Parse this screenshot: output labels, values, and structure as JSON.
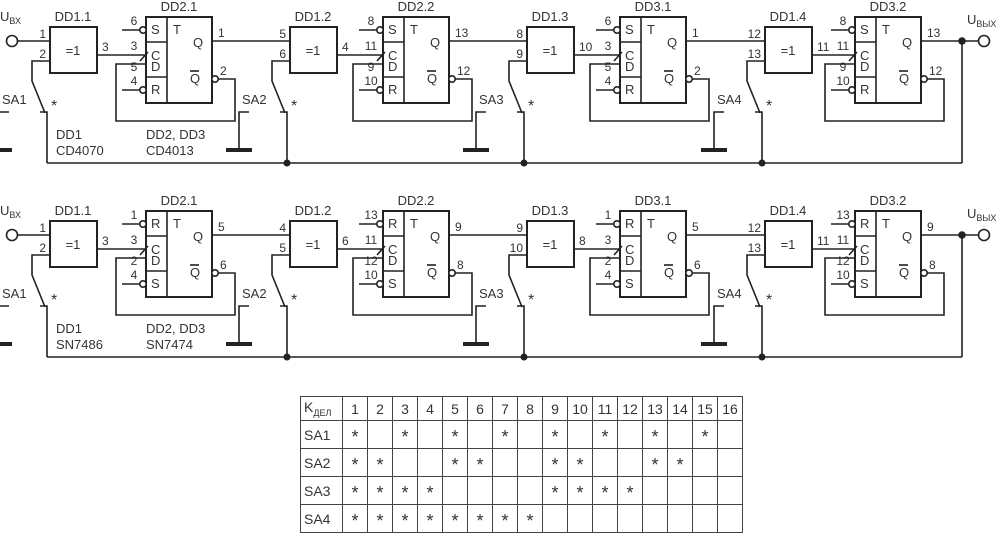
{
  "circuits": [
    {
      "id": "top",
      "input_label": "U",
      "input_sub": "ВХ",
      "output_label": "U",
      "output_sub": "ВЫХ",
      "note_xor": [
        "DD1",
        "CD4070"
      ],
      "note_ff": [
        "DD2, DD3",
        "CD4013"
      ],
      "stages": [
        {
          "xor": "DD1.1",
          "xor_symbol": "=1",
          "xin1": "1",
          "xin2": "2",
          "xout": "3",
          "ff": "DD2.1",
          "ff_t": "T",
          "top_in": "S",
          "top_pin": "6",
          "c_pin": "3",
          "d_pin": "5",
          "bot_in": "R",
          "bot_pin": "4",
          "q": "Q",
          "q_pin": "1",
          "nq": "Q",
          "nq_pin": "2",
          "switch": "SA1"
        },
        {
          "xor": "DD1.2",
          "xor_symbol": "=1",
          "xin1": "5",
          "xin2": "6",
          "xout": "4",
          "ff": "DD2.2",
          "ff_t": "T",
          "top_in": "S",
          "top_pin": "8",
          "c_pin": "11",
          "d_pin": "9",
          "bot_in": "R",
          "bot_pin": "10",
          "q": "Q",
          "q_pin": "13",
          "nq": "Q",
          "nq_pin": "12",
          "switch": "SA2"
        },
        {
          "xor": "DD1.3",
          "xor_symbol": "=1",
          "xin1": "8",
          "xin2": "9",
          "xout": "10",
          "ff": "DD3.1",
          "ff_t": "T",
          "top_in": "S",
          "top_pin": "6",
          "c_pin": "3",
          "d_pin": "5",
          "bot_in": "R",
          "bot_pin": "4",
          "q": "Q",
          "q_pin": "1",
          "nq": "Q",
          "nq_pin": "2",
          "switch": "SA3"
        },
        {
          "xor": "DD1.4",
          "xor_symbol": "=1",
          "xin1": "12",
          "xin2": "13",
          "xout": "11",
          "ff": "DD3.2",
          "ff_t": "T",
          "top_in": "S",
          "top_pin": "8",
          "c_pin": "11",
          "d_pin": "9",
          "bot_in": "R",
          "bot_pin": "10",
          "q": "Q",
          "q_pin": "13",
          "nq": "Q",
          "nq_pin": "12",
          "switch": "SA4"
        }
      ]
    },
    {
      "id": "bottom",
      "input_label": "U",
      "input_sub": "ВХ",
      "output_label": "U",
      "output_sub": "ВЫХ",
      "note_xor": [
        "DD1",
        "SN7486"
      ],
      "note_ff": [
        "DD2, DD3",
        "SN7474"
      ],
      "stages": [
        {
          "xor": "DD1.1",
          "xor_symbol": "=1",
          "xin1": "1",
          "xin2": "2",
          "xout": "3",
          "ff": "DD2.1",
          "ff_t": "T",
          "top_in": "R",
          "top_pin": "1",
          "c_pin": "3",
          "d_pin": "2",
          "bot_in": "S",
          "bot_pin": "4",
          "q": "Q",
          "q_pin": "5",
          "nq": "Q",
          "nq_pin": "6",
          "switch": "SA1"
        },
        {
          "xor": "DD1.2",
          "xor_symbol": "=1",
          "xin1": "4",
          "xin2": "5",
          "xout": "6",
          "ff": "DD2.2",
          "ff_t": "T",
          "top_in": "R",
          "top_pin": "13",
          "c_pin": "11",
          "d_pin": "12",
          "bot_in": "S",
          "bot_pin": "10",
          "q": "Q",
          "q_pin": "9",
          "nq": "Q",
          "nq_pin": "8",
          "switch": "SA2"
        },
        {
          "xor": "DD1.3",
          "xor_symbol": "=1",
          "xin1": "9",
          "xin2": "10",
          "xout": "8",
          "ff": "DD3.1",
          "ff_t": "T",
          "top_in": "R",
          "top_pin": "1",
          "c_pin": "3",
          "d_pin": "2",
          "bot_in": "S",
          "bot_pin": "4",
          "q": "Q",
          "q_pin": "5",
          "nq": "Q",
          "nq_pin": "6",
          "switch": "SA3"
        },
        {
          "xor": "DD1.4",
          "xor_symbol": "=1",
          "xin1": "12",
          "xin2": "13",
          "xout": "11",
          "ff": "DD3.2",
          "ff_t": "T",
          "top_in": "R",
          "top_pin": "13",
          "c_pin": "11",
          "d_pin": "12",
          "bot_in": "S",
          "bot_pin": "10",
          "q": "Q",
          "q_pin": "9",
          "nq": "Q",
          "nq_pin": "8",
          "switch": "SA4"
        }
      ]
    }
  ],
  "switch_mark": "*",
  "table": {
    "corner_label": "K",
    "corner_sub": "ДЕЛ",
    "columns": [
      "1",
      "2",
      "3",
      "4",
      "5",
      "6",
      "7",
      "8",
      "9",
      "10",
      "11",
      "12",
      "13",
      "14",
      "15",
      "16"
    ],
    "mark": "*",
    "rows": [
      {
        "label": "SA1",
        "marks": [
          1,
          0,
          1,
          0,
          1,
          0,
          1,
          0,
          1,
          0,
          1,
          0,
          1,
          0,
          1,
          0
        ]
      },
      {
        "label": "SA2",
        "marks": [
          1,
          1,
          0,
          0,
          1,
          1,
          0,
          0,
          1,
          1,
          0,
          0,
          1,
          1,
          0,
          0
        ]
      },
      {
        "label": "SA3",
        "marks": [
          1,
          1,
          1,
          1,
          0,
          0,
          0,
          0,
          1,
          1,
          1,
          1,
          0,
          0,
          0,
          0
        ]
      },
      {
        "label": "SA4",
        "marks": [
          1,
          1,
          1,
          1,
          1,
          1,
          1,
          1,
          0,
          0,
          0,
          0,
          0,
          0,
          0,
          0
        ]
      }
    ]
  }
}
